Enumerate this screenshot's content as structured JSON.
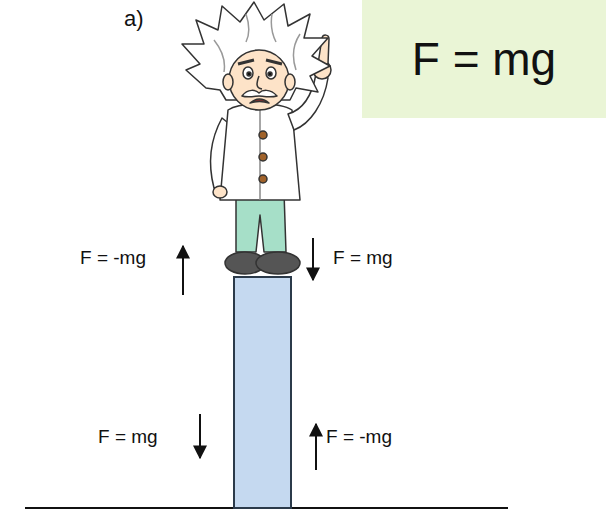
{
  "diagram": {
    "nodes": [
      {
        "text": [
          "F = mg"
        ]
      }
    ],
    "labels": [
      "a)",
      "F = -mg",
      "F = mg",
      "F = mg",
      "F = -mg"
    ]
  }
}
